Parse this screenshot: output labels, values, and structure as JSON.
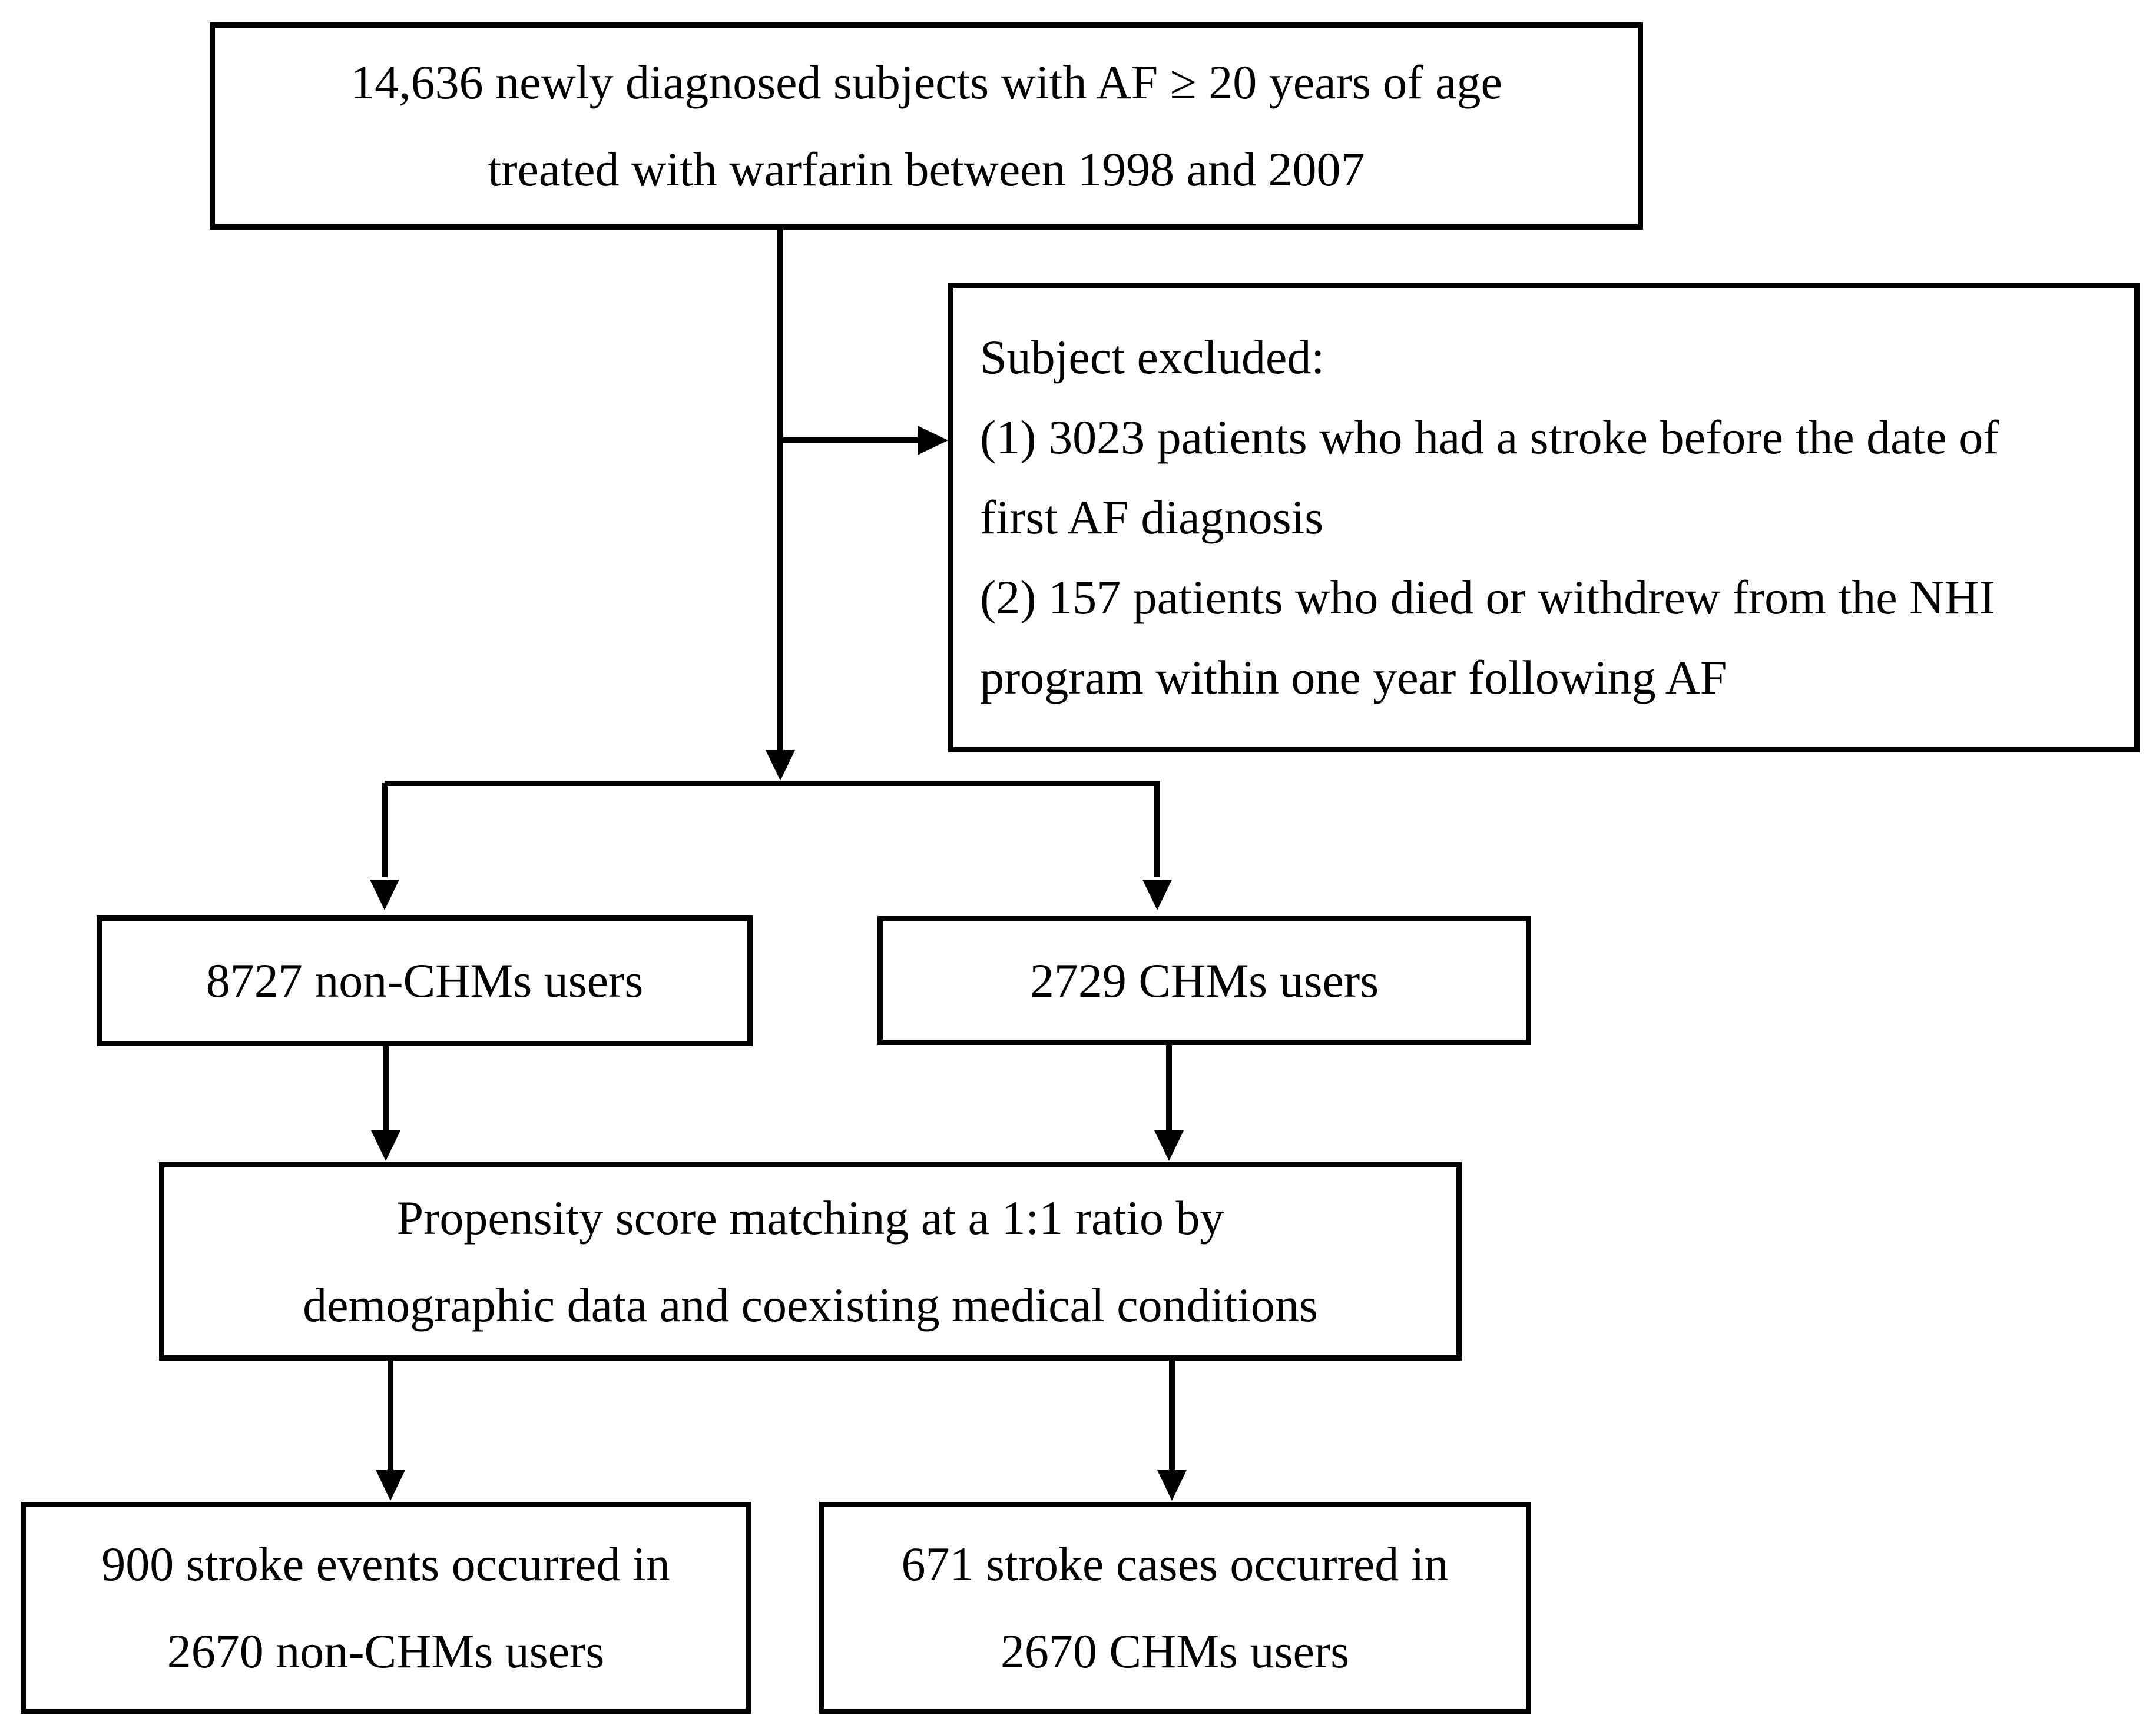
{
  "diagram": {
    "type": "flowchart",
    "background_color": "#ffffff",
    "line_color": "#000000",
    "text_color": "#000000",
    "nodes": {
      "top": {
        "line1": "14,636 newly diagnosed subjects with AF ≥ 20 years of age",
        "line2": "treated with warfarin between 1998 and 2007"
      },
      "excluded": {
        "line1": "Subject excluded:",
        "line2": "(1) 3023 patients who had a stroke before the date of",
        "line3": "first AF diagnosis",
        "line4": "(2) 157 patients who died or withdrew from the NHI",
        "line5": "program within one year following AF"
      },
      "non_chms": {
        "line1": "8727 non-CHMs users"
      },
      "chms": {
        "line1": "2729 CHMs users"
      },
      "propensity": {
        "line1": "Propensity score matching at a 1:1 ratio by",
        "line2": "demographic data and coexisting medical conditions"
      },
      "stroke_non_chms": {
        "line1": "900 stroke events occurred in",
        "line2": "2670 non-CHMs users"
      },
      "stroke_chms": {
        "line1": "671 stroke cases occurred in",
        "line2": "2670 CHMs users"
      }
    }
  }
}
